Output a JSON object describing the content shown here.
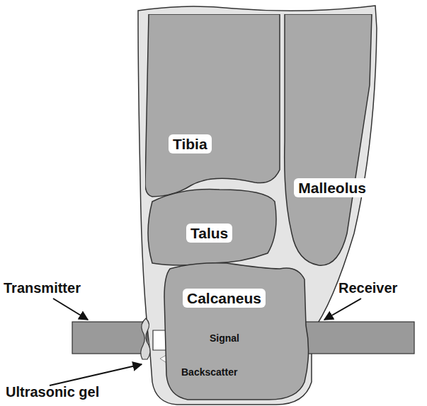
{
  "diagram": {
    "nodes": [
      {
        "text": [
          "Tibia"
        ]
      },
      {
        "text": [
          "Malleolus"
        ]
      },
      {
        "text": [
          "Talus"
        ]
      },
      {
        "text": [
          "Calcaneus"
        ]
      }
    ],
    "labels": [
      "Transmitter",
      "Receiver",
      "Signal",
      "Backscatter",
      "Ultrasonic gel"
    ]
  }
}
